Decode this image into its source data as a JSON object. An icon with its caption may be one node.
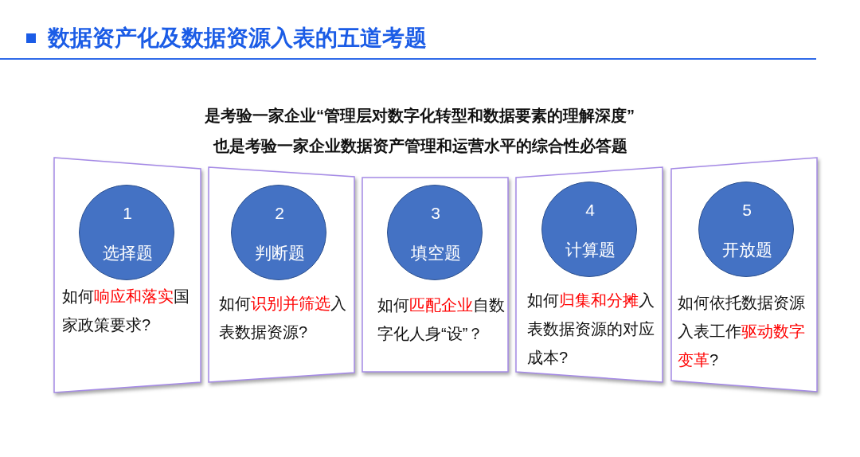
{
  "diagram": {
    "title": "数据资产化及数据资源入表的五道考题",
    "nodes": [
      {
        "text": [
          "如何**响应和落实**国家政策要求?"
        ]
      },
      {
        "text": [
          "1",
          "选择题"
        ],
        "in": 0
      },
      {
        "text": [
          "如何**识别并筛选**入表数据资源?"
        ]
      },
      {
        "text": [
          "2",
          "判断题"
        ],
        "in": 2
      },
      {
        "text": [
          "如何**匹配企业**自数字化人身“设”？"
        ]
      },
      {
        "text": [
          "3",
          "填空题"
        ],
        "in": 4
      },
      {
        "text": [
          "如何**归集和分摊**入表数据资源的对应成本?"
        ]
      },
      {
        "text": [
          "4",
          "计算题"
        ],
        "in": 6
      },
      {
        "text": [
          "如何依托数据资源入表工作**驱动数字变革**?"
        ]
      },
      {
        "text": [
          "5",
          "开放题"
        ],
        "in": 8
      }
    ],
    "labels": [
      "是考验一家企业“管理层对数字化转型和数据要素的理解深度”",
      "也是考验一家企业数据资产管理和运营水平的综合性必答题"
    ]
  }
}
